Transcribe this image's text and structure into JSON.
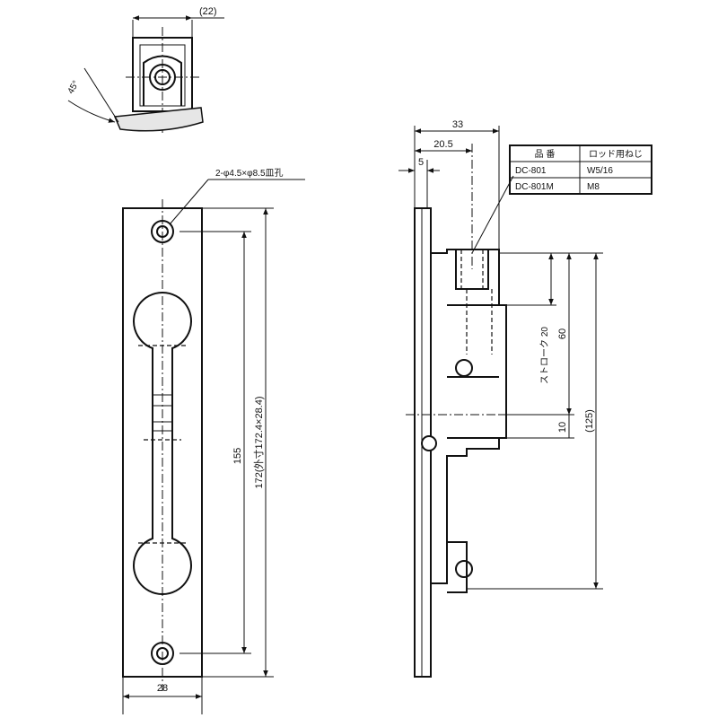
{
  "dimensions": {
    "top_width": "(22)",
    "angle": "45°",
    "holes_note": "2-φ4.5×φ8.5皿孔",
    "hole_pitch": "155",
    "total_length": "172(外寸172.4×28.4)",
    "plate_width": "28",
    "side_33": "33",
    "side_20_5": "20.5",
    "side_5": "5",
    "stroke": "ストローク 20",
    "dim_60": "60",
    "dim_125": "(125)",
    "dim_10": "10"
  },
  "table": {
    "headers": [
      "品 番",
      "ロッド用ねじ"
    ],
    "rows": [
      [
        "DC-801",
        "W5/16"
      ],
      [
        "DC-801M",
        "M8"
      ]
    ]
  }
}
